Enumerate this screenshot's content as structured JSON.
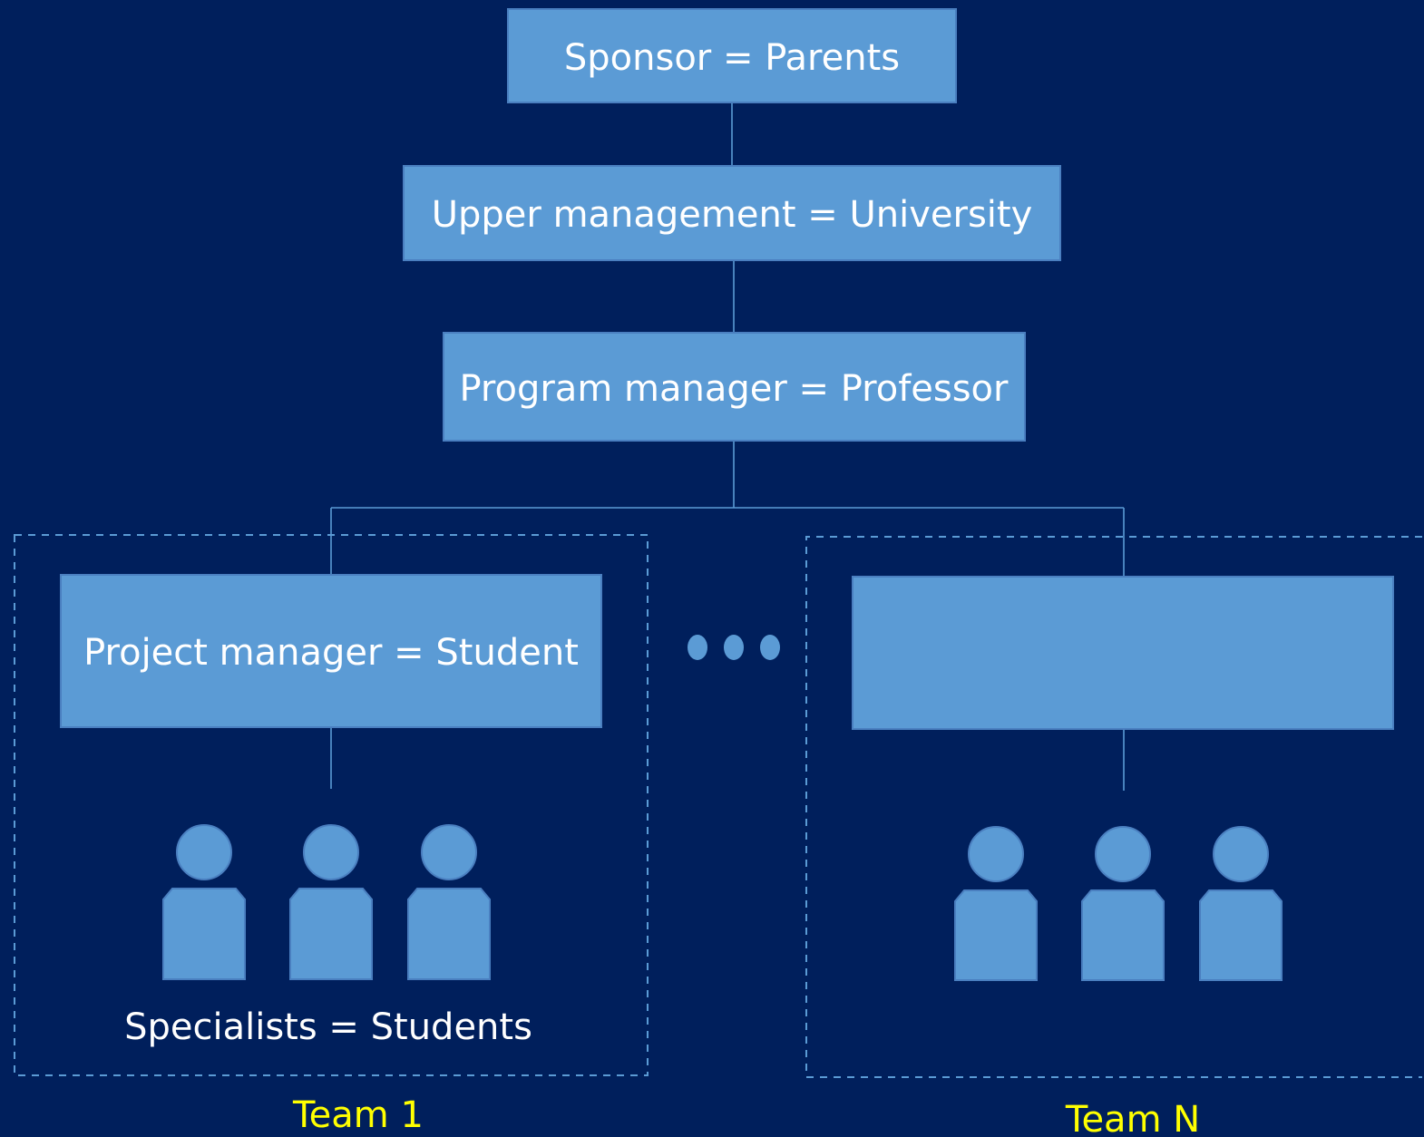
{
  "nodes": {
    "sponsor": "Sponsor =  Parents",
    "upper_management": "Upper management =  University",
    "program_manager": "Program manager = Professor",
    "project_manager": "Project manager = Student",
    "team_n_manager": ""
  },
  "teams": {
    "team1": {
      "label": "Team 1",
      "specialists_label": "Specialists = Students"
    },
    "teamN": {
      "label": "Team N",
      "specialists_label": ""
    }
  },
  "colors": {
    "background": "#001F5C",
    "box_fill": "#5B9BD5",
    "text": "#FFFFFF",
    "team_label": "#FFFF00"
  },
  "icons": {
    "person": "person-icon",
    "ellipsis": "ellipsis-icon"
  }
}
